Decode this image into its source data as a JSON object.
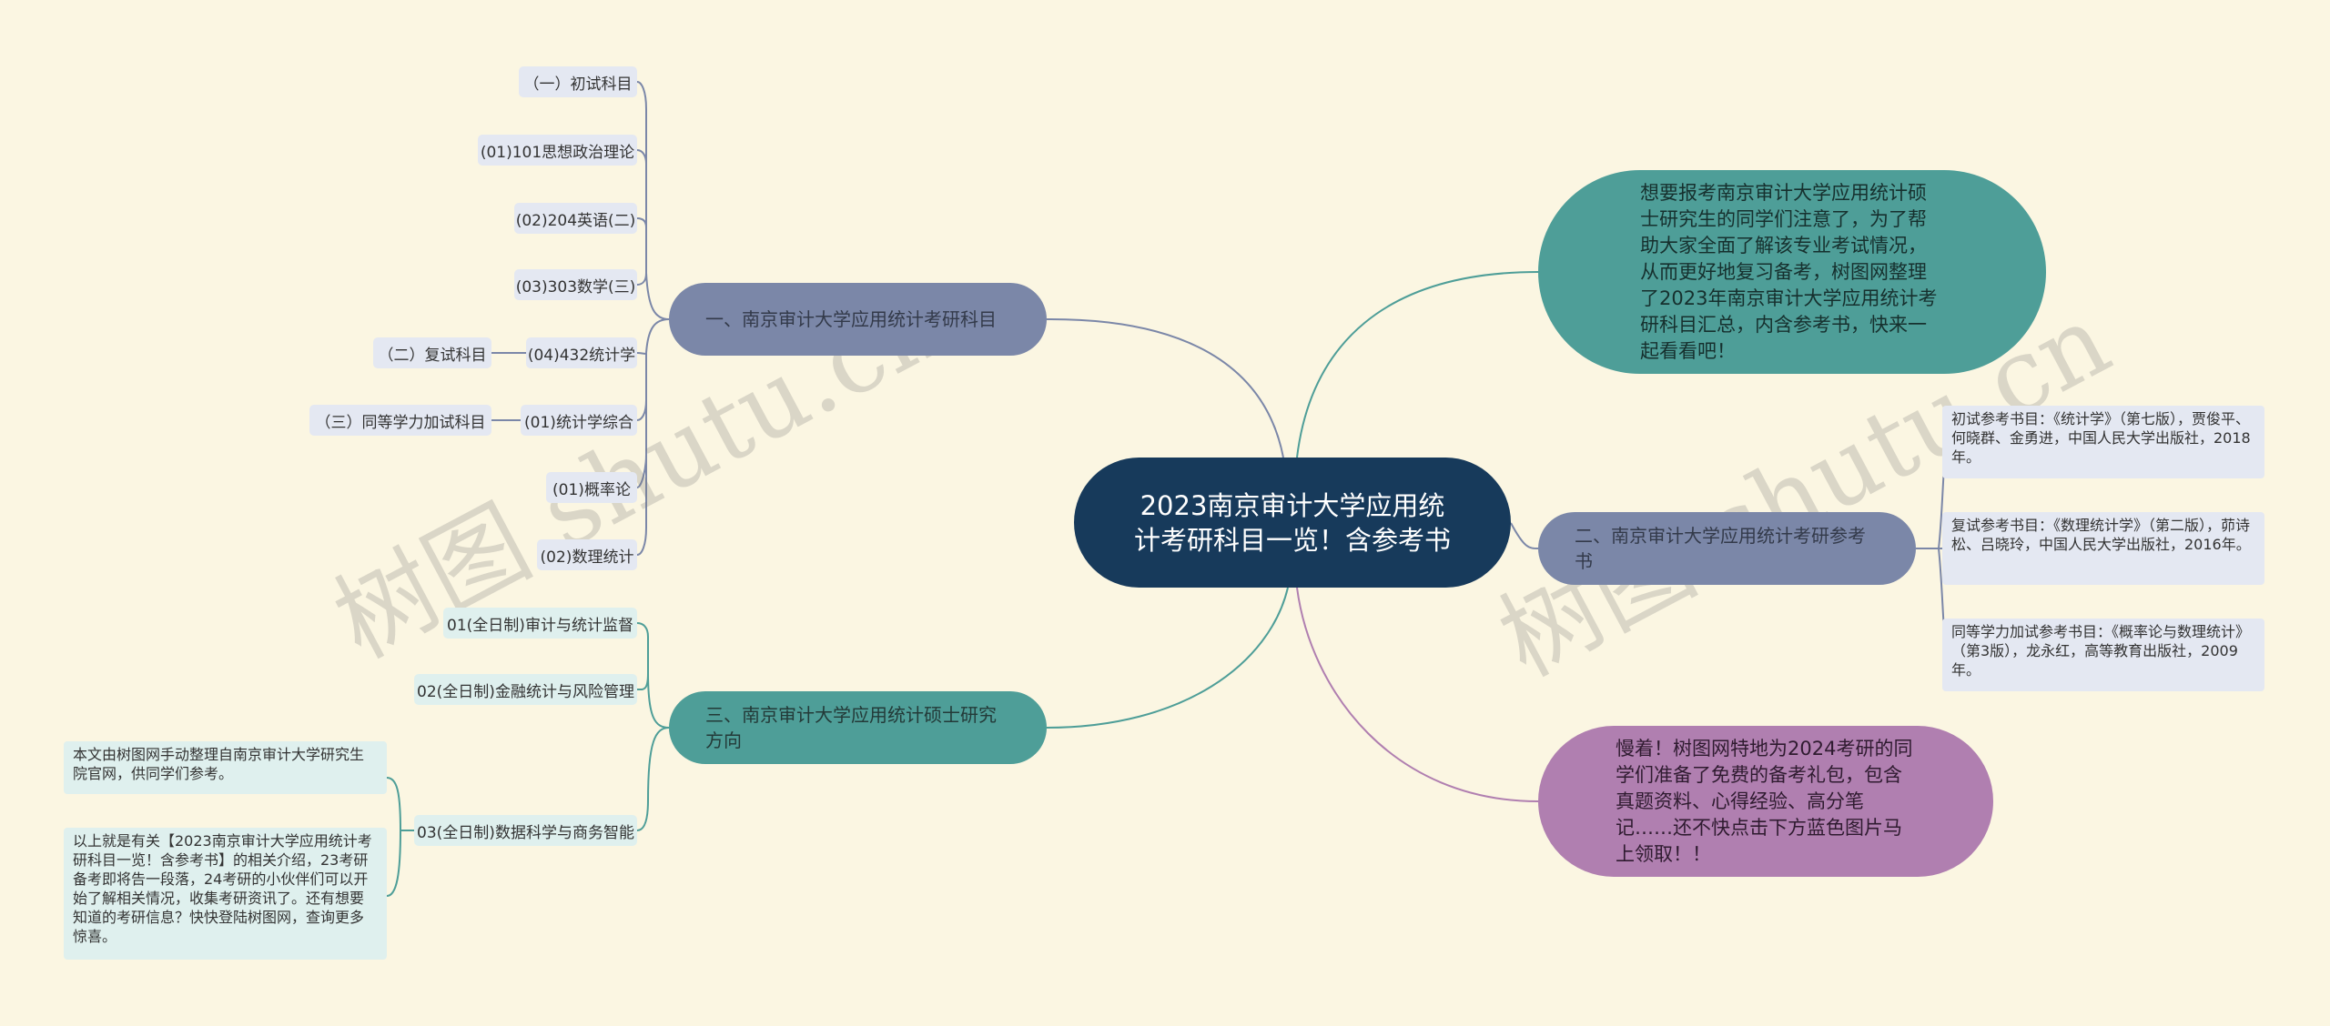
{
  "center": {
    "title": "2023南京审计大学应用统计考研科目一览！含参考书"
  },
  "intro": {
    "text": "想要报考南京审计大学应用统计硕士研究生的同学们注意了，为了帮助大家全面了解该专业考试情况，从而更好地复习备考，树图网整理了2023年南京审计大学应用统计考研科目汇总，内含参考书，快来一起看看吧！"
  },
  "promo": {
    "text": "慢着！树图网特地为2024考研的同学们准备了免费的备考礼包，包含真题资料、心得经验、高分笔记……还不快点击下方蓝色图片马上领取！！"
  },
  "branch1": {
    "label": "一、南京审计大学应用统计考研科目",
    "items": [
      "（一）初试科目",
      "(01)101思想政治理论",
      "(02)204英语(二)",
      "(03)303数学(三)",
      "(04)432统计学",
      "(01)统计学综合",
      "(01)概率论",
      "(02)数理统计"
    ],
    "sub_labels": [
      "（二）复试科目",
      "（三）同等学力加试科目"
    ]
  },
  "branch2": {
    "label": "二、南京审计大学应用统计考研参考书",
    "books": [
      "初试参考书目：《统计学》（第七版），贾俊平、何晓群、金勇进，中国人民大学出版社，2018年。",
      "复试参考书目：《数理统计学》（第二版），茆诗松、吕晓玲，中国人民大学出版社，2016年。",
      "同等学力加试参考书目：《概率论与数理统计》（第3版），龙永红，高等教育出版社，2009年。"
    ]
  },
  "branch3": {
    "label": "三、南京审计大学应用统计硕士研究方向",
    "items": [
      "01(全日制)审计与统计监督",
      "02(全日制)金融统计与风险管理",
      "03(全日制)数据科学与商务智能"
    ],
    "notes": [
      "本文由树图网手动整理自南京审计大学研究生院官网，供同学们参考。",
      "以上就是有关【2023南京审计大学应用统计考研科目一览！含参考书】的相关介绍，23考研备考即将告一段落，24考研的小伙伴们可以开始了解相关情况，收集考研资讯了。还有想要知道的考研信息？快快登陆树图网，查询更多惊喜。"
    ]
  },
  "watermark": "树图 shutu.cn",
  "colors": {
    "background": "#fbf6e2",
    "center": "#173a5b",
    "slate": "#7b87a8",
    "teal": "#4e9e98",
    "purple": "#b07fb0"
  }
}
